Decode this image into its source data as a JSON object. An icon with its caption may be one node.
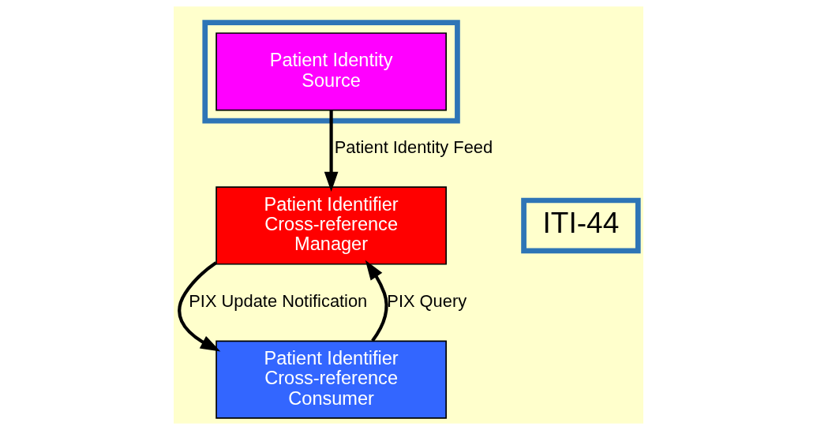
{
  "diagram": {
    "nodes": [
      {
        "text": [],
        "shape": "box"
      },
      {
        "text": [
          "Patient Identity Source"
        ],
        "in": 0
      },
      {
        "text": [
          "Patient Identifier Cross-reference Manager"
        ]
      },
      {
        "text": [
          "Patient Identifier Cross-reference Consumer"
        ]
      },
      {
        "text": [
          "ITI-44"
        ]
      }
    ],
    "edges": [
      {
        "from": 1,
        "to": 2,
        "arrow": "to",
        "label": "Patient Identity Feed"
      },
      {
        "from": 2,
        "to": 3,
        "arrow": "to",
        "label": "PIX Update Notification"
      },
      {
        "from": 3,
        "to": 2,
        "arrow": "to",
        "label": "PIX Query"
      }
    ]
  }
}
